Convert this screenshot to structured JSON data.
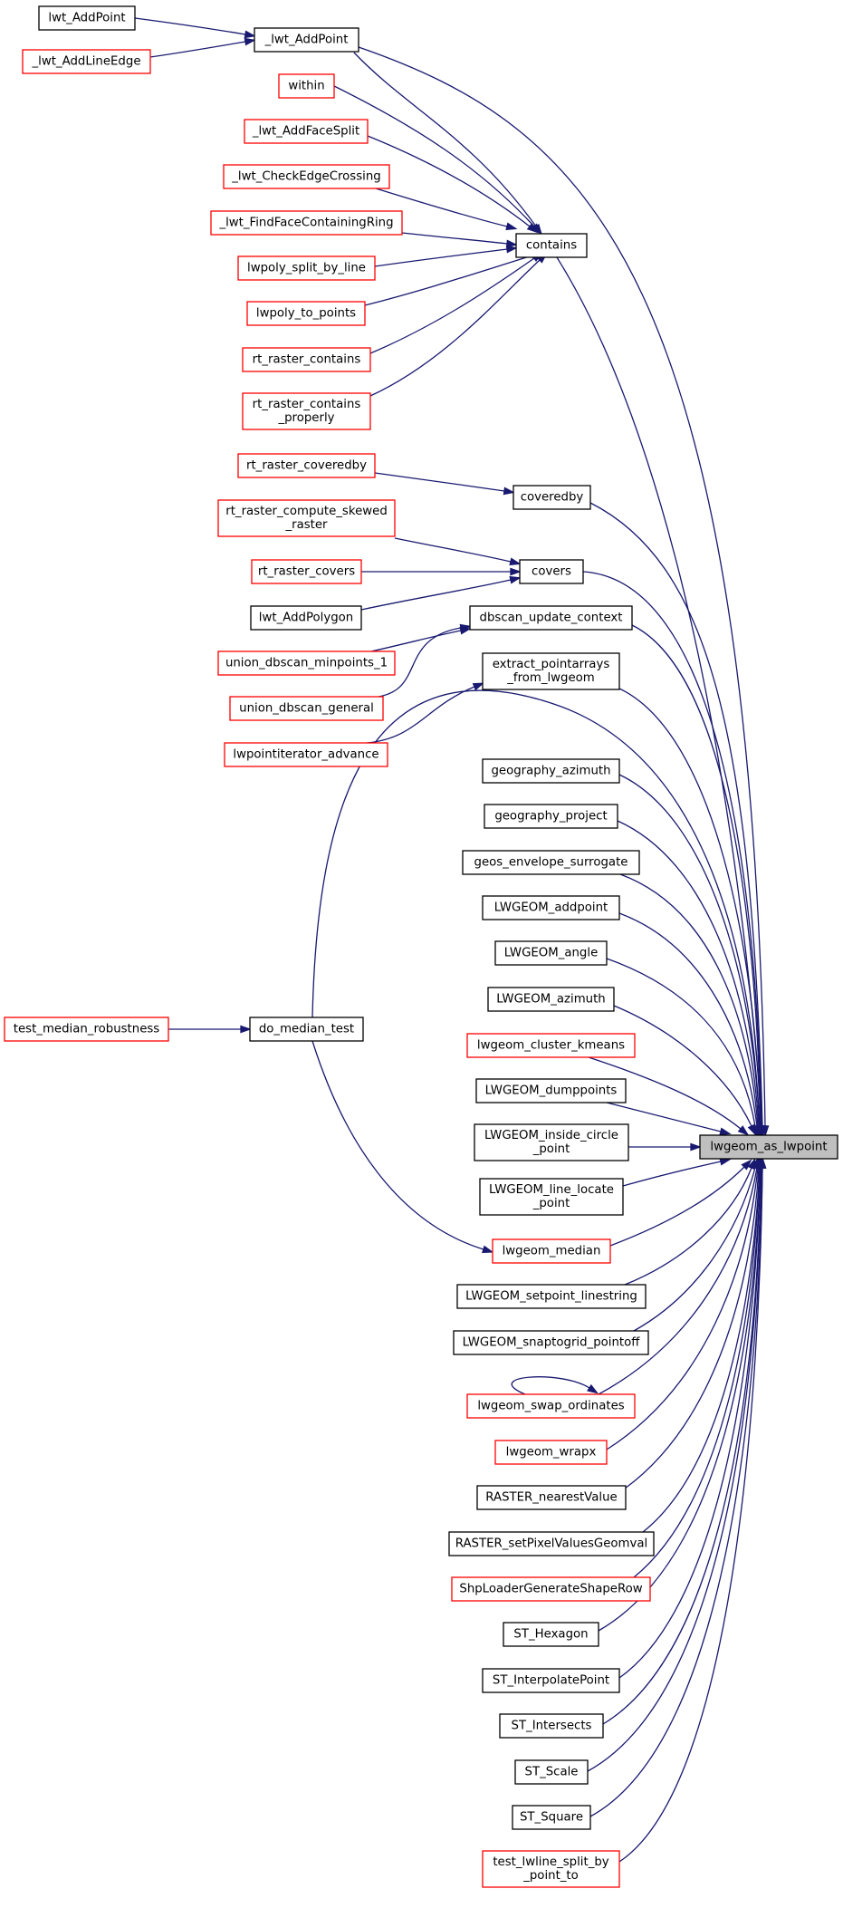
{
  "colors": {
    "edge": "#191970",
    "border_black": "#000000",
    "border_red": "#ff0000",
    "highlight_fill": "#bfbfbf"
  },
  "nodes": [
    {
      "id": "lwgeom_as_lwpoint",
      "lines": [
        "lwgeom_as_lwpoint"
      ],
      "style": "target"
    },
    {
      "id": "lwt_AddPoint",
      "lines": [
        "lwt_AddPoint"
      ],
      "style": "black"
    },
    {
      "id": "_lwt_AddLineEdge",
      "lines": [
        "_lwt_AddLineEdge"
      ],
      "style": "red"
    },
    {
      "id": "_lwt_AddPoint",
      "lines": [
        "_lwt_AddPoint"
      ],
      "style": "black"
    },
    {
      "id": "within",
      "lines": [
        "within"
      ],
      "style": "red"
    },
    {
      "id": "_lwt_AddFaceSplit",
      "lines": [
        "_lwt_AddFaceSplit"
      ],
      "style": "red"
    },
    {
      "id": "_lwt_CheckEdgeCrossing",
      "lines": [
        "_lwt_CheckEdgeCrossing"
      ],
      "style": "red"
    },
    {
      "id": "_lwt_FindFaceContainingRing",
      "lines": [
        "_lwt_FindFaceContainingRing"
      ],
      "style": "red"
    },
    {
      "id": "lwpoly_split_by_line",
      "lines": [
        "lwpoly_split_by_line"
      ],
      "style": "red"
    },
    {
      "id": "lwpoly_to_points",
      "lines": [
        "lwpoly_to_points"
      ],
      "style": "red"
    },
    {
      "id": "rt_raster_contains",
      "lines": [
        "rt_raster_contains"
      ],
      "style": "red"
    },
    {
      "id": "rt_raster_contains_properly",
      "lines": [
        "rt_raster_contains",
        "_properly"
      ],
      "style": "red"
    },
    {
      "id": "contains",
      "lines": [
        "contains"
      ],
      "style": "black"
    },
    {
      "id": "rt_raster_coveredby",
      "lines": [
        "rt_raster_coveredby"
      ],
      "style": "red"
    },
    {
      "id": "coveredby",
      "lines": [
        "coveredby"
      ],
      "style": "black"
    },
    {
      "id": "rt_raster_compute_skewed_raster",
      "lines": [
        "rt_raster_compute_skewed",
        "_raster"
      ],
      "style": "red"
    },
    {
      "id": "rt_raster_covers",
      "lines": [
        "rt_raster_covers"
      ],
      "style": "red"
    },
    {
      "id": "lwt_AddPolygon",
      "lines": [
        "lwt_AddPolygon"
      ],
      "style": "black"
    },
    {
      "id": "covers",
      "lines": [
        "covers"
      ],
      "style": "black"
    },
    {
      "id": "union_dbscan_minpoints_1",
      "lines": [
        "union_dbscan_minpoints_1"
      ],
      "style": "red"
    },
    {
      "id": "union_dbscan_general",
      "lines": [
        "union_dbscan_general"
      ],
      "style": "red"
    },
    {
      "id": "dbscan_update_context",
      "lines": [
        "dbscan_update_context"
      ],
      "style": "black"
    },
    {
      "id": "lwpointiterator_advance",
      "lines": [
        "lwpointiterator_advance"
      ],
      "style": "red"
    },
    {
      "id": "extract_pointarrays_from_lwgeom",
      "lines": [
        "extract_pointarrays",
        "_from_lwgeom"
      ],
      "style": "black"
    },
    {
      "id": "geography_azimuth",
      "lines": [
        "geography_azimuth"
      ],
      "style": "black"
    },
    {
      "id": "geography_project",
      "lines": [
        "geography_project"
      ],
      "style": "black"
    },
    {
      "id": "geos_envelope_surrogate",
      "lines": [
        "geos_envelope_surrogate"
      ],
      "style": "black"
    },
    {
      "id": "LWGEOM_addpoint",
      "lines": [
        "LWGEOM_addpoint"
      ],
      "style": "black"
    },
    {
      "id": "LWGEOM_angle",
      "lines": [
        "LWGEOM_angle"
      ],
      "style": "black"
    },
    {
      "id": "LWGEOM_azimuth",
      "lines": [
        "LWGEOM_azimuth"
      ],
      "style": "black"
    },
    {
      "id": "test_median_robustness",
      "lines": [
        "test_median_robustness"
      ],
      "style": "red"
    },
    {
      "id": "do_median_test",
      "lines": [
        "do_median_test"
      ],
      "style": "black"
    },
    {
      "id": "lwgeom_cluster_kmeans",
      "lines": [
        "lwgeom_cluster_kmeans"
      ],
      "style": "red"
    },
    {
      "id": "LWGEOM_dumppoints",
      "lines": [
        "LWGEOM_dumppoints"
      ],
      "style": "black"
    },
    {
      "id": "LWGEOM_inside_circle_point",
      "lines": [
        "LWGEOM_inside_circle",
        "_point"
      ],
      "style": "black"
    },
    {
      "id": "LWGEOM_line_locate_point",
      "lines": [
        "LWGEOM_line_locate",
        "_point"
      ],
      "style": "black"
    },
    {
      "id": "lwgeom_median",
      "lines": [
        "lwgeom_median"
      ],
      "style": "red"
    },
    {
      "id": "LWGEOM_setpoint_linestring",
      "lines": [
        "LWGEOM_setpoint_linestring"
      ],
      "style": "black"
    },
    {
      "id": "LWGEOM_snaptogrid_pointoff",
      "lines": [
        "LWGEOM_snaptogrid_pointoff"
      ],
      "style": "black"
    },
    {
      "id": "lwgeom_swap_ordinates",
      "lines": [
        "lwgeom_swap_ordinates"
      ],
      "style": "red"
    },
    {
      "id": "lwgeom_wrapx",
      "lines": [
        "lwgeom_wrapx"
      ],
      "style": "red"
    },
    {
      "id": "RASTER_nearestValue",
      "lines": [
        "RASTER_nearestValue"
      ],
      "style": "black"
    },
    {
      "id": "RASTER_setPixelValuesGeomval",
      "lines": [
        "RASTER_setPixelValuesGeomval"
      ],
      "style": "black"
    },
    {
      "id": "ShpLoaderGenerateShapeRow",
      "lines": [
        "ShpLoaderGenerateShapeRow"
      ],
      "style": "red"
    },
    {
      "id": "ST_Hexagon",
      "lines": [
        "ST_Hexagon"
      ],
      "style": "black"
    },
    {
      "id": "ST_InterpolatePoint",
      "lines": [
        "ST_InterpolatePoint"
      ],
      "style": "black"
    },
    {
      "id": "ST_Intersects",
      "lines": [
        "ST_Intersects"
      ],
      "style": "black"
    },
    {
      "id": "ST_Scale",
      "lines": [
        "ST_Scale"
      ],
      "style": "black"
    },
    {
      "id": "ST_Square",
      "lines": [
        "ST_Square"
      ],
      "style": "black"
    },
    {
      "id": "test_lwline_split_by_point_to",
      "lines": [
        "test_lwline_split_by",
        "_point_to"
      ],
      "style": "red"
    }
  ],
  "edges": [
    {
      "from": "lwt_AddPoint",
      "to": "_lwt_AddPoint"
    },
    {
      "from": "_lwt_AddLineEdge",
      "to": "_lwt_AddPoint"
    },
    {
      "from": "_lwt_AddPoint",
      "to": "contains"
    },
    {
      "from": "_lwt_AddPoint",
      "to": "lwgeom_as_lwpoint"
    },
    {
      "from": "within",
      "to": "contains"
    },
    {
      "from": "_lwt_AddFaceSplit",
      "to": "contains"
    },
    {
      "from": "_lwt_CheckEdgeCrossing",
      "to": "contains"
    },
    {
      "from": "_lwt_FindFaceContainingRing",
      "to": "contains"
    },
    {
      "from": "lwpoly_split_by_line",
      "to": "contains"
    },
    {
      "from": "lwpoly_to_points",
      "to": "contains"
    },
    {
      "from": "rt_raster_contains",
      "to": "contains"
    },
    {
      "from": "rt_raster_contains_properly",
      "to": "contains"
    },
    {
      "from": "contains",
      "to": "lwgeom_as_lwpoint"
    },
    {
      "from": "rt_raster_coveredby",
      "to": "coveredby"
    },
    {
      "from": "coveredby",
      "to": "lwgeom_as_lwpoint"
    },
    {
      "from": "rt_raster_compute_skewed_raster",
      "to": "covers"
    },
    {
      "from": "rt_raster_covers",
      "to": "covers"
    },
    {
      "from": "lwt_AddPolygon",
      "to": "covers"
    },
    {
      "from": "covers",
      "to": "lwgeom_as_lwpoint"
    },
    {
      "from": "union_dbscan_minpoints_1",
      "to": "dbscan_update_context"
    },
    {
      "from": "union_dbscan_general",
      "to": "dbscan_update_context"
    },
    {
      "from": "dbscan_update_context",
      "to": "lwgeom_as_lwpoint"
    },
    {
      "from": "lwpointiterator_advance",
      "to": "extract_pointarrays_from_lwgeom"
    },
    {
      "from": "extract_pointarrays_from_lwgeom",
      "to": "lwgeom_as_lwpoint"
    },
    {
      "from": "do_median_test",
      "to": "lwgeom_as_lwpoint"
    },
    {
      "from": "geography_azimuth",
      "to": "lwgeom_as_lwpoint"
    },
    {
      "from": "geography_project",
      "to": "lwgeom_as_lwpoint"
    },
    {
      "from": "geos_envelope_surrogate",
      "to": "lwgeom_as_lwpoint"
    },
    {
      "from": "LWGEOM_addpoint",
      "to": "lwgeom_as_lwpoint"
    },
    {
      "from": "LWGEOM_angle",
      "to": "lwgeom_as_lwpoint"
    },
    {
      "from": "LWGEOM_azimuth",
      "to": "lwgeom_as_lwpoint"
    },
    {
      "from": "test_median_robustness",
      "to": "do_median_test"
    },
    {
      "from": "do_median_test",
      "to": "lwgeom_median"
    },
    {
      "from": "lwgeom_cluster_kmeans",
      "to": "lwgeom_as_lwpoint"
    },
    {
      "from": "LWGEOM_dumppoints",
      "to": "lwgeom_as_lwpoint"
    },
    {
      "from": "LWGEOM_inside_circle_point",
      "to": "lwgeom_as_lwpoint"
    },
    {
      "from": "LWGEOM_line_locate_point",
      "to": "lwgeom_as_lwpoint"
    },
    {
      "from": "lwgeom_median",
      "to": "lwgeom_as_lwpoint"
    },
    {
      "from": "LWGEOM_setpoint_linestring",
      "to": "lwgeom_as_lwpoint"
    },
    {
      "from": "LWGEOM_snaptogrid_pointoff",
      "to": "lwgeom_as_lwpoint"
    },
    {
      "from": "lwgeom_swap_ordinates",
      "to": "lwgeom_swap_ordinates"
    },
    {
      "from": "lwgeom_swap_ordinates",
      "to": "lwgeom_as_lwpoint"
    },
    {
      "from": "lwgeom_wrapx",
      "to": "lwgeom_as_lwpoint"
    },
    {
      "from": "RASTER_nearestValue",
      "to": "lwgeom_as_lwpoint"
    },
    {
      "from": "RASTER_setPixelValuesGeomval",
      "to": "lwgeom_as_lwpoint"
    },
    {
      "from": "ShpLoaderGenerateShapeRow",
      "to": "lwgeom_as_lwpoint"
    },
    {
      "from": "ST_Hexagon",
      "to": "lwgeom_as_lwpoint"
    },
    {
      "from": "ST_InterpolatePoint",
      "to": "lwgeom_as_lwpoint"
    },
    {
      "from": "ST_Intersects",
      "to": "lwgeom_as_lwpoint"
    },
    {
      "from": "ST_Scale",
      "to": "lwgeom_as_lwpoint"
    },
    {
      "from": "ST_Square",
      "to": "lwgeom_as_lwpoint"
    },
    {
      "from": "test_lwline_split_by_point_to",
      "to": "lwgeom_as_lwpoint"
    }
  ]
}
